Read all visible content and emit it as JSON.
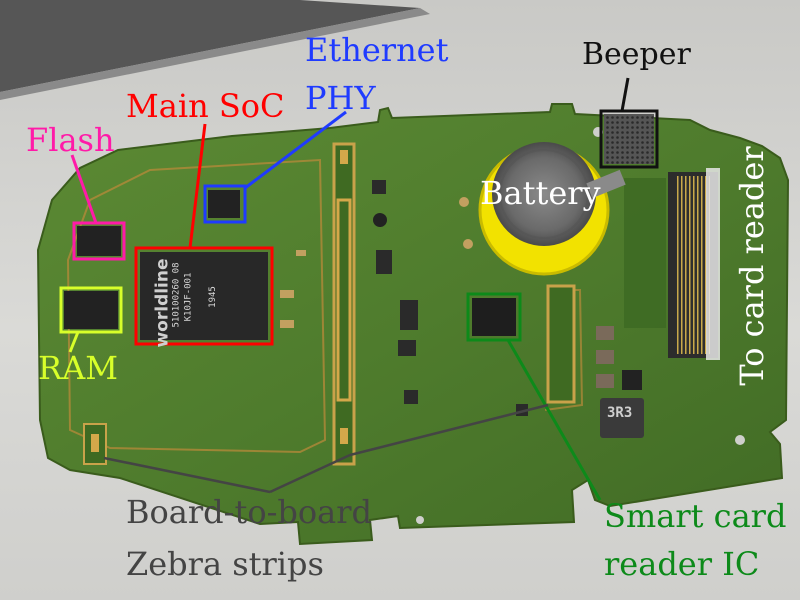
{
  "labels": {
    "ethernet_line1": "Ethernet",
    "ethernet_line2": "PHY",
    "main_soc": "Main SoC",
    "flash": "Flash",
    "ram": "RAM",
    "beeper": "Beeper",
    "battery": "Battery",
    "to_card_reader": "To card reader",
    "zebra_line1": "Board-to-board",
    "zebra_line2": "Zebra strips",
    "smartcard_line1": "Smart card",
    "smartcard_line2": "reader IC"
  },
  "chip_markings": {
    "soc_brand": "worldline",
    "soc_line1": "510100260 08",
    "soc_line2": "K10JF-001",
    "soc_line3": "1945",
    "inductor": "3R3"
  },
  "colors": {
    "pcb": "#4e7a2c",
    "soc_box": "#ff0000",
    "phy_box": "#1f3bff",
    "flash_box": "#ff1aa8",
    "ram_box": "#d8ff2a",
    "smartcard_box": "#0d8a1a",
    "beeper_box": "#111111",
    "zebra_label": "#444444"
  }
}
